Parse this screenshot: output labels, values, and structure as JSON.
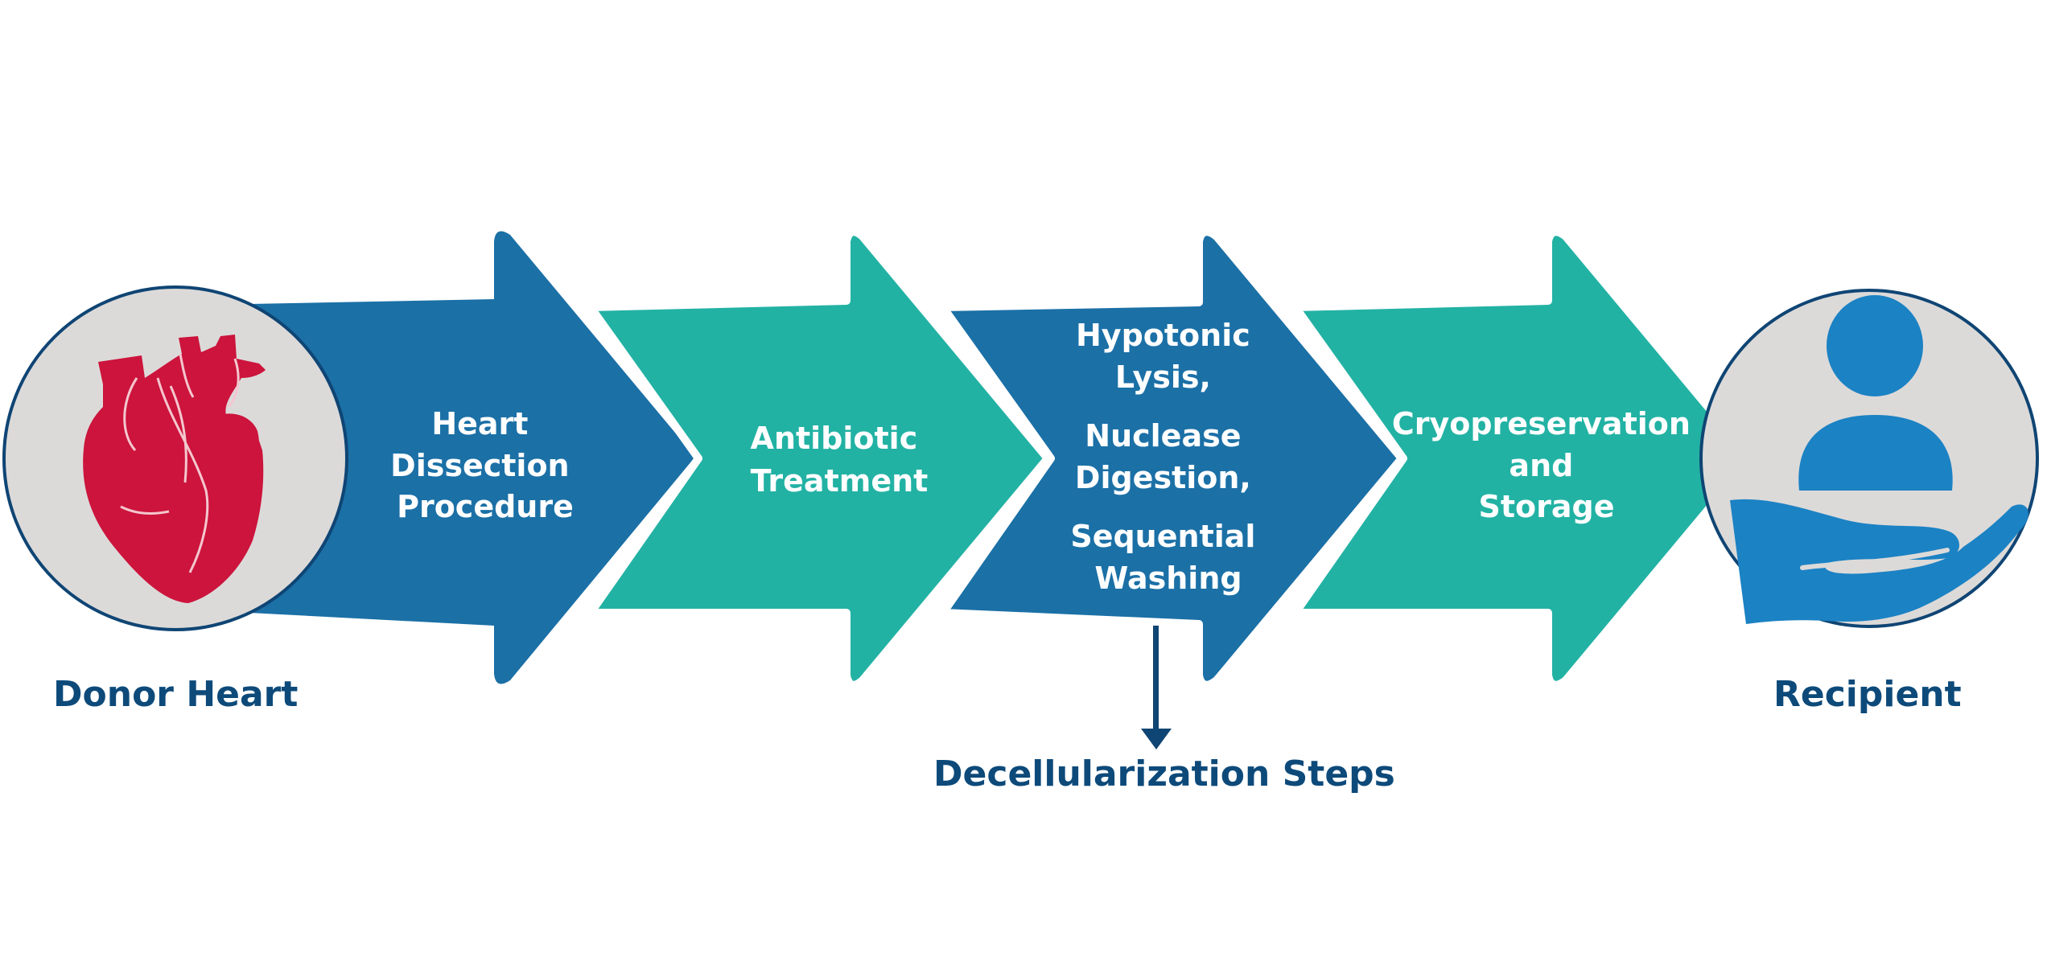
{
  "colors": {
    "blue_arrow": "#1b70a6",
    "teal_arrow": "#22b2a4",
    "heart_red": "#cc143c",
    "circle_fill": "#dcdad9",
    "circle_border": "#0f4574",
    "person_blue": "#1b82c4",
    "caption_navy": "#0d4a7a"
  },
  "donor": {
    "label": "Donor Heart",
    "icon": "heart-icon"
  },
  "recipient": {
    "label": "Recipient",
    "icon": "person-in-hand-icon"
  },
  "steps": [
    {
      "lines": [
        "Heart",
        "Dissection",
        "Procedure"
      ]
    },
    {
      "lines": [
        "Antibiotic",
        "Treatment"
      ]
    },
    {
      "lines": [
        "Hypotonic",
        "Lysis,",
        "Nuclease",
        "Digestion,",
        "Sequential",
        "Washing"
      ]
    },
    {
      "lines": [
        "Cryopreservation",
        "and",
        "Storage"
      ]
    }
  ],
  "decellularization": {
    "label": "Decellularization Steps"
  }
}
